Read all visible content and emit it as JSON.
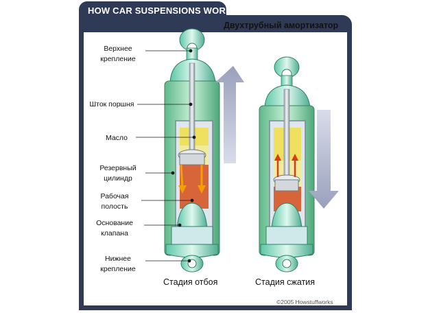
{
  "header": {
    "title": "HOW CAR SUSPENSIONS WORK"
  },
  "diagram": {
    "subtitle": "Двухтрубный амортизатор",
    "labels": [
      {
        "id": "upper-mount",
        "text": "Верхнее\nкрепление"
      },
      {
        "id": "piston-rod",
        "text": "Шток поршня"
      },
      {
        "id": "oil",
        "text": "Масло"
      },
      {
        "id": "reserve-cylinder",
        "text": "Резервный\nцилиндр"
      },
      {
        "id": "working-chamber",
        "text": "Рабочая\nполость"
      },
      {
        "id": "valve-base",
        "text": "Основание\nклапана"
      },
      {
        "id": "lower-mount",
        "text": "Нижнее\nкрепление"
      }
    ],
    "stages": {
      "rebound": "Стадия отбоя",
      "compression": "Стадия сжатия"
    }
  },
  "footer": {
    "copyright": "©2005 Howstuffworks"
  },
  "colors": {
    "frame": "#2f3a57",
    "oil": "#f0e060",
    "chamber": "#d8643a",
    "tube": "#8fd6a8",
    "mount": "#9be3c8"
  }
}
